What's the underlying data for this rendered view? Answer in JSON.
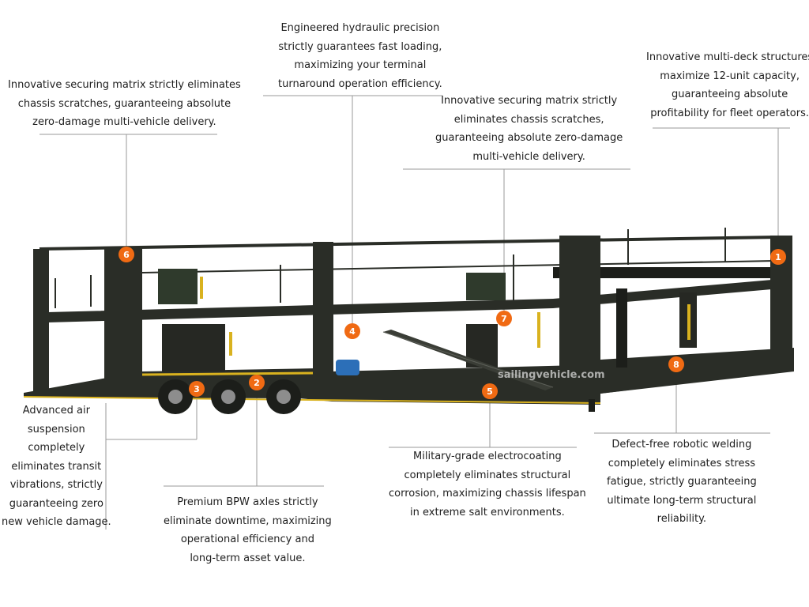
{
  "colors": {
    "frame": "#2a2d27",
    "frame_dark": "#1c1e1a",
    "trim": "#d9b21f",
    "marker": "#f06a13",
    "leader": "#9a9a9a",
    "motor": "#2c6fb8"
  },
  "watermark": "sailingvehicle.com",
  "callouts": [
    {
      "id": "1",
      "number": "1",
      "lines": [
        "Innovative multi-deck structures",
        "maximize 12-unit capacity,",
        "guaranteeing absolute",
        "profitability for fleet operators."
      ]
    },
    {
      "id": "2",
      "number": "2",
      "lines": [
        "Premium BPW axles strictly",
        "eliminate downtime, maximizing",
        "operational efficiency and",
        "long-term asset value."
      ]
    },
    {
      "id": "3",
      "number": "3",
      "lines": [
        "Advanced air",
        "suspension",
        "completely",
        "eliminates transit",
        "vibrations, strictly",
        "guaranteeing zero",
        "new vehicle damage."
      ]
    },
    {
      "id": "4",
      "number": "4",
      "lines": [
        "Engineered hydraulic precision",
        "strictly guarantees fast loading,",
        "maximizing your terminal",
        "turnaround operation efficiency."
      ]
    },
    {
      "id": "5",
      "number": "5",
      "lines": [
        "Military-grade electrocoating",
        "completely eliminates structural",
        "corrosion, maximizing chassis lifespan",
        "in extreme salt environments."
      ]
    },
    {
      "id": "6",
      "number": "6",
      "lines": [
        "Innovative securing matrix strictly eliminates",
        "chassis scratches, guaranteeing absolute",
        "zero-damage multi-vehicle delivery."
      ]
    },
    {
      "id": "7",
      "number": "7",
      "lines": [
        "Innovative securing matrix strictly",
        "eliminates chassis scratches,",
        "guaranteeing absolute zero-damage",
        "multi-vehicle delivery."
      ]
    },
    {
      "id": "8",
      "number": "8",
      "lines": [
        "Defect-free robotic welding",
        "completely eliminates stress",
        "fatigue, strictly guaranteeing",
        "ultimate long-term structural",
        "reliability."
      ]
    }
  ]
}
